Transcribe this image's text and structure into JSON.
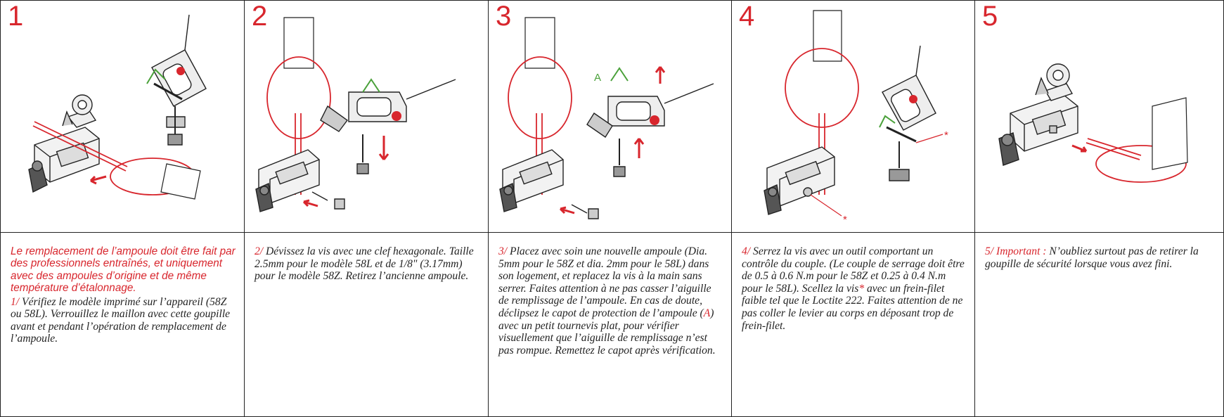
{
  "colors": {
    "accent": "#d8262d",
    "green": "#4aa13a",
    "ink": "#222222"
  },
  "steps": [
    {
      "number": "1",
      "intro": "Le remplacement de l’ampoule doit être fait par des professionnels entraînés, et uniquement avec des ampoules d’origine et de même température d’étalonnage.",
      "marker": "1/",
      "text": " Vérifiez le modèle imprimé sur l’appareil (58Z ou 58L). Verrouillez le maillon avec cette goupille avant et pendant l’opération de remplacement de l’ampoule."
    },
    {
      "number": "2",
      "marker": "2/",
      "text": " Dévissez la vis avec une clef hexagonale. Taille 2.5mm pour le modèle 58L et de 1/8\" (3.17mm) pour le modèle 58Z. Retirez l’ancienne ampoule."
    },
    {
      "number": "3",
      "marker": "3/",
      "text_a": " Placez avec soin une nouvelle ampoule (Dia. 5mm pour le 58Z et dia. 2mm pour le 58L) dans son logement, et replacez la vis à la main sans serrer. Faites attention à ne pas casser l’aiguille de remplissage de l’ampoule. En cas de doute, déclipsez le capot de protection de l’ampoule (",
      "label_a": "A",
      "text_b": ") avec un petit tournevis plat, pour vérifier visuellement que l’aiguille de remplissage n’est pas rompue. Remettez le capot après vérification.",
      "diagram_label": "A"
    },
    {
      "number": "4",
      "marker": "4/",
      "text_a": " Serrez la vis avec un outil comportant un contrôle du couple. (Le couple de serrage doit être de 0.5 à 0.6 N.m pour le 58Z et 0.25 à 0.4 N.m pour le 58L). Scellez la vis",
      "asterisk": "*",
      "text_b": " avec un frein-filet faible tel que le Loctite 222. Faites attention de ne pas coller le levier au corps en déposant trop de frein-filet.",
      "diagram_mark": "*"
    },
    {
      "number": "5",
      "marker": "5/ Important :",
      "text": " N’oubliez surtout pas de retirer la goupille de sécurité lorsque vous avez fini."
    }
  ]
}
